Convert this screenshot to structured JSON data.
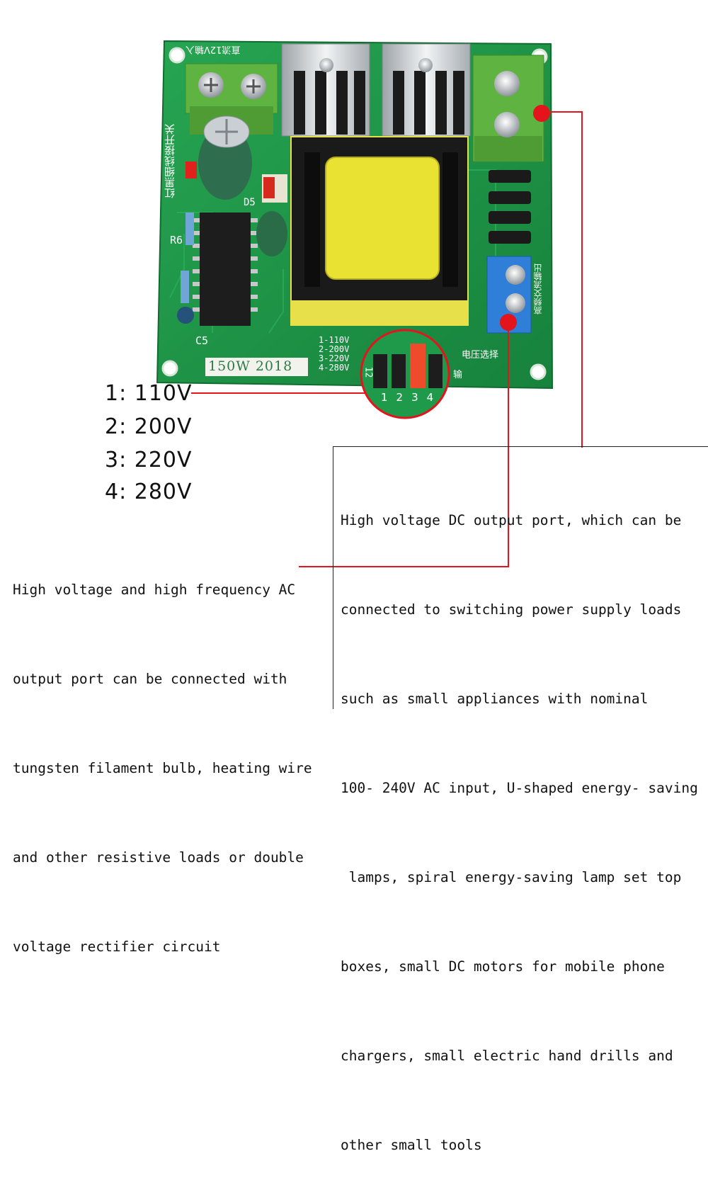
{
  "board": {
    "model_label": "150W 2018",
    "top_label": "直流12V输入",
    "left_label": "红黑细线接开关",
    "right_label": "高频交流输出",
    "select_label": "电压选择",
    "input_label": "输",
    "options": [
      "1-110V",
      "2-200V",
      "3-220V",
      "4-280V"
    ],
    "pin_numbers": [
      "1",
      "2",
      "3",
      "4"
    ],
    "header_side_label": "12",
    "ref_labels": {
      "c5": "C5",
      "r6": "R6",
      "d5": "D5"
    }
  },
  "voltage_options": [
    {
      "number": "1:",
      "voltage": "110V"
    },
    {
      "number": "2:",
      "voltage": "200V"
    },
    {
      "number": "3:",
      "voltage": "220V"
    },
    {
      "number": "4:",
      "voltage": "280V"
    }
  ],
  "descriptions": {
    "dc_port": [
      "High voltage DC output port, which can be",
      "connected to switching power supply loads",
      "such as small appliances with nominal",
      "100- 240V AC input, U-shaped energy- saving",
      " lamps, spiral energy-saving lamp set top",
      "boxes, small DC motors for mobile phone",
      "chargers, small electric hand drills and",
      "other small tools"
    ],
    "ac_port": [
      "High voltage and high frequency AC",
      "output port can be connected with",
      "tungsten filament bulb, heating wire",
      "and other resistive loads or double",
      "voltage rectifier circuit"
    ]
  },
  "colors": {
    "pcb": "#1f9a4a",
    "callout": "#e3141b",
    "transformer_yellow": "#e7e04a",
    "terminal_green": "#5fb441",
    "terminal_blue": "#2f7fd8"
  }
}
